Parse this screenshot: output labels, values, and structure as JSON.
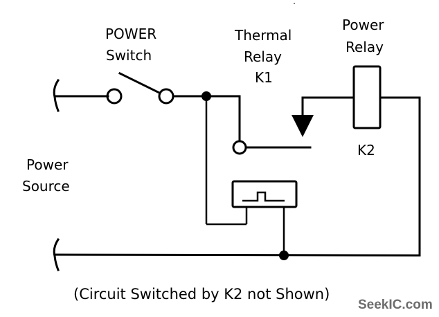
{
  "diagram": {
    "title": "Thermal relay power control circuit",
    "labels": {
      "power_switch": [
        "POWER",
        "Switch"
      ],
      "thermal_relay": [
        "Thermal",
        "Relay",
        "K1"
      ],
      "power_relay": [
        "Power",
        "Relay"
      ],
      "k2": "K2",
      "power_source": [
        "Power",
        "Source"
      ]
    },
    "caption": "(Circuit Switched by K2 not Shown)",
    "watermark": "SeekIC.com",
    "components": [
      {
        "id": "power-switch",
        "type": "spst-switch",
        "label": "POWER Switch"
      },
      {
        "id": "thermal-relay-k1",
        "type": "thermal-relay",
        "label": "Thermal Relay K1"
      },
      {
        "id": "power-relay-k2",
        "type": "relay-coil",
        "label": "Power Relay K2"
      },
      {
        "id": "power-source",
        "type": "source-terminals",
        "label": "Power Source"
      }
    ],
    "colors": {
      "ink": "#000000",
      "background": "#ffffff",
      "watermark": "#6d6d6d"
    }
  }
}
